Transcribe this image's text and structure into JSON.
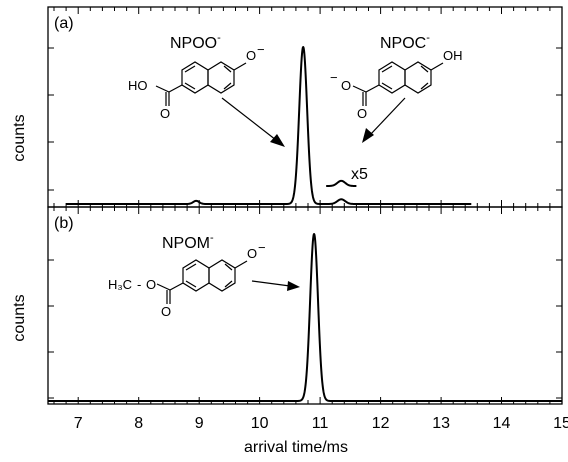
{
  "chart_data": {
    "type": "line",
    "xlabel": "arrival time/ms",
    "xlim": [
      6.5,
      15
    ],
    "x_ticks": [
      "7",
      "8",
      "9",
      "10",
      "11",
      "12",
      "13",
      "14",
      "15"
    ],
    "panels": [
      {
        "label": "(a)",
        "ylabel": "counts",
        "species": [
          {
            "name": "NPOO",
            "charge": "-",
            "peak_time": 10.72,
            "relative_height": 1.0
          },
          {
            "name": "NPOC",
            "charge": "-",
            "peak_time": 11.35,
            "relative_height": 0.03
          }
        ],
        "inset": {
          "label": "x5",
          "center": 11.35,
          "magnification": 5
        },
        "minor_peaks": [
          {
            "time": 8.95,
            "relative_height": 0.02
          }
        ]
      },
      {
        "label": "(b)",
        "ylabel": "counts",
        "species": [
          {
            "name": "NPOM",
            "charge": "-",
            "peak_time": 10.9,
            "relative_height": 1.0
          }
        ]
      }
    ]
  },
  "chem": {
    "minus": "−",
    "ring_o": "O",
    "ho": "HO",
    "oh": "OH",
    "o": "O",
    "h3c": "H₃C",
    "h3c_dash": "-"
  }
}
